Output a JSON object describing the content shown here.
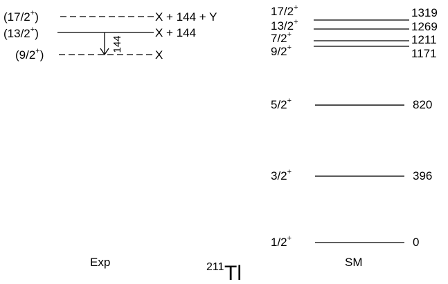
{
  "nucleus": {
    "mass": "211",
    "symbol": "Tl"
  },
  "experiment": {
    "caption": "Exp",
    "levels": [
      {
        "spin_label": "(17/2",
        "parity": "+",
        "close": ")",
        "energy_label": "X + 144 + Y",
        "line_style": "dashed"
      },
      {
        "spin_label": "(13/2",
        "parity": "+",
        "close": ")",
        "energy_label": "X + 144",
        "line_style": "solid"
      },
      {
        "spin_label": "(9/2",
        "parity": "+",
        "close": ")",
        "energy_label": "X",
        "line_style": "dashed"
      }
    ],
    "transition": {
      "energy_label": "144",
      "from_level": "(13/2+)",
      "to_level": "(9/2+)"
    }
  },
  "shell_model": {
    "caption": "SM",
    "levels": [
      {
        "spin": "17/2",
        "parity": "+",
        "energy": 1319,
        "energy_label": "1319"
      },
      {
        "spin": "13/2",
        "parity": "+",
        "energy": 1269,
        "energy_label": "1269"
      },
      {
        "spin": "7/2",
        "parity": "+",
        "energy": 1211,
        "energy_label": "1211"
      },
      {
        "spin": "9/2",
        "parity": "+",
        "energy": 1171,
        "energy_label": "1171"
      },
      {
        "spin": "5/2",
        "parity": "+",
        "energy": 820,
        "energy_label": "820"
      },
      {
        "spin": "3/2",
        "parity": "+",
        "energy": 396,
        "energy_label": "396"
      },
      {
        "spin": "1/2",
        "parity": "+",
        "energy": 0,
        "energy_label": "0"
      }
    ]
  }
}
